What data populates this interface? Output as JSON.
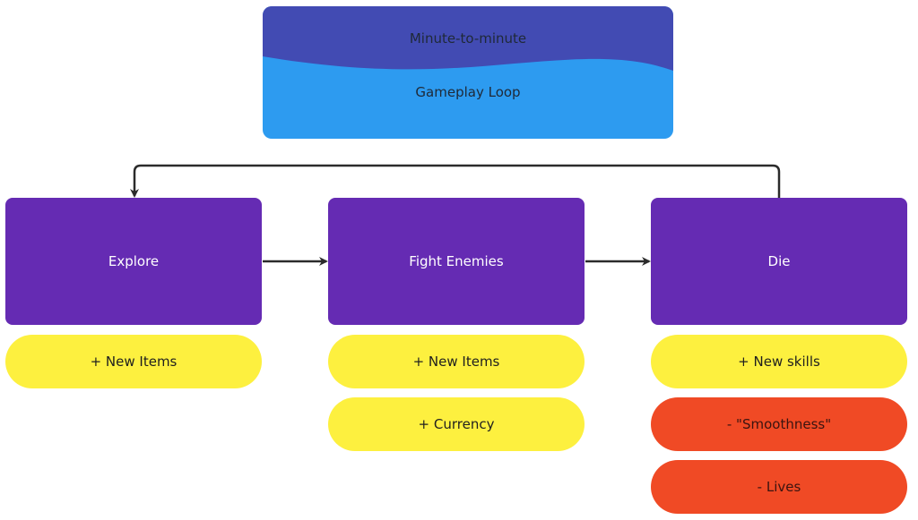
{
  "title": {
    "line1": "Minute-to-minute",
    "line2": "Gameplay Loop",
    "colors": {
      "top": "#424bb3",
      "bottom": "#2d9bf0"
    }
  },
  "nodes": [
    {
      "label": "Explore",
      "color": "#652bb3",
      "effects": [
        {
          "label": "+ New Items",
          "kind": "gain"
        }
      ]
    },
    {
      "label": "Fight Enemies",
      "color": "#652bb3",
      "effects": [
        {
          "label": "+ New Items",
          "kind": "gain"
        },
        {
          "label": "+ Currency",
          "kind": "gain"
        }
      ]
    },
    {
      "label": "Die",
      "color": "#652bb3",
      "effects": [
        {
          "label": "+ New skills",
          "kind": "gain"
        },
        {
          "label": "- \"Smoothness\"",
          "kind": "loss"
        },
        {
          "label": "- Lives",
          "kind": "loss"
        }
      ]
    }
  ],
  "edges": [
    {
      "from": "Explore",
      "to": "Fight Enemies"
    },
    {
      "from": "Fight Enemies",
      "to": "Die"
    },
    {
      "from": "Die",
      "to": "Explore"
    }
  ],
  "colors": {
    "gain": "#fdf03f",
    "loss": "#f04a25",
    "arrow": "#2b2b2b"
  }
}
